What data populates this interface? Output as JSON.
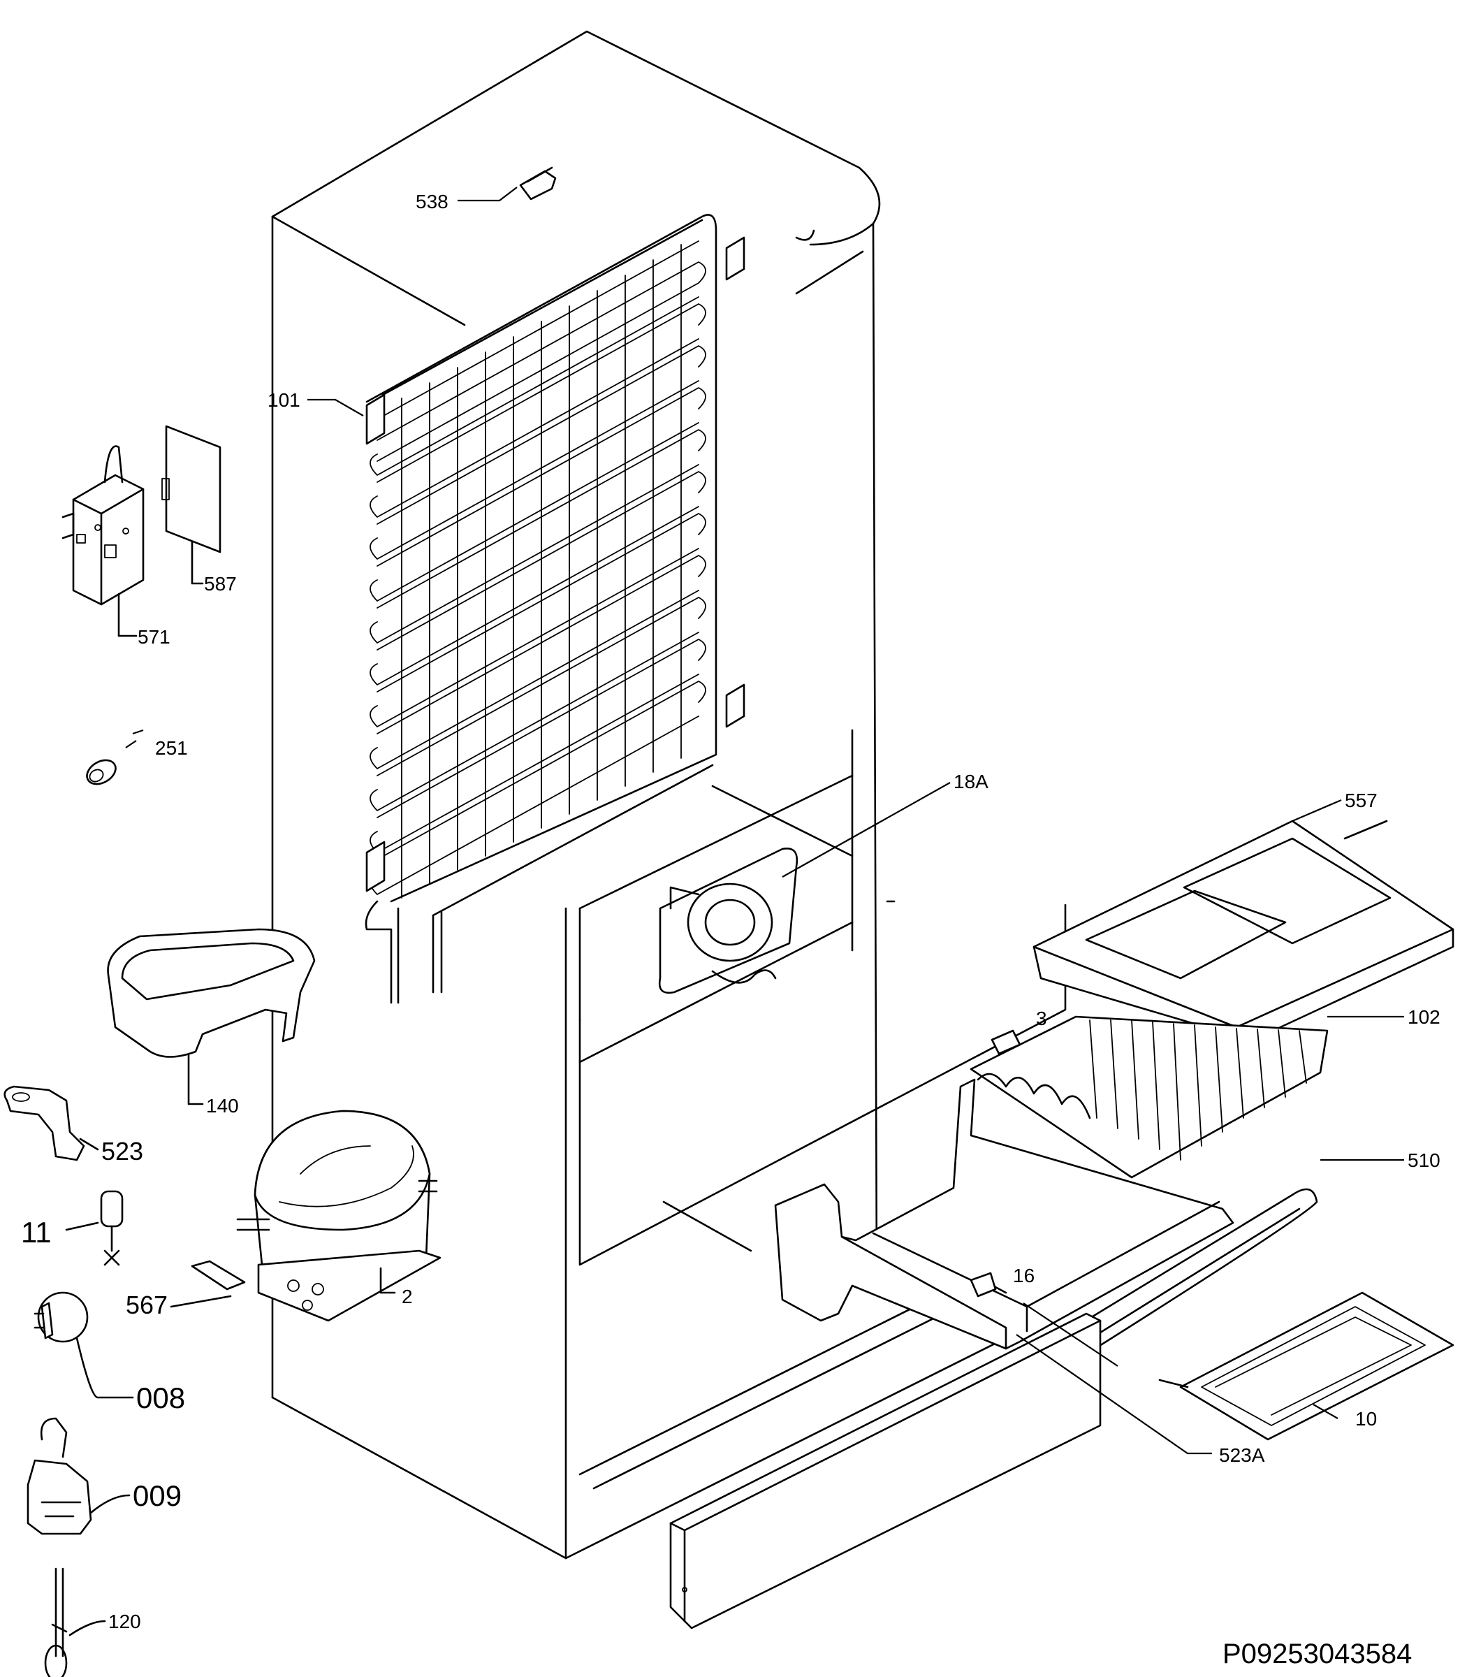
{
  "diagram": {
    "reference": "P09253043584",
    "labels": {
      "p538": "538",
      "p101": "101",
      "p587": "587",
      "p571": "571",
      "p251": "251",
      "p18a": "18A",
      "p557": "557",
      "p3": "3",
      "p102": "102",
      "p140": "140",
      "p523": "523",
      "p510": "510",
      "p11": "11",
      "p16": "16",
      "p567": "567",
      "p2": "2",
      "p008": "008",
      "p10": "10",
      "p523a": "523A",
      "p009": "009",
      "p120": "120"
    }
  }
}
